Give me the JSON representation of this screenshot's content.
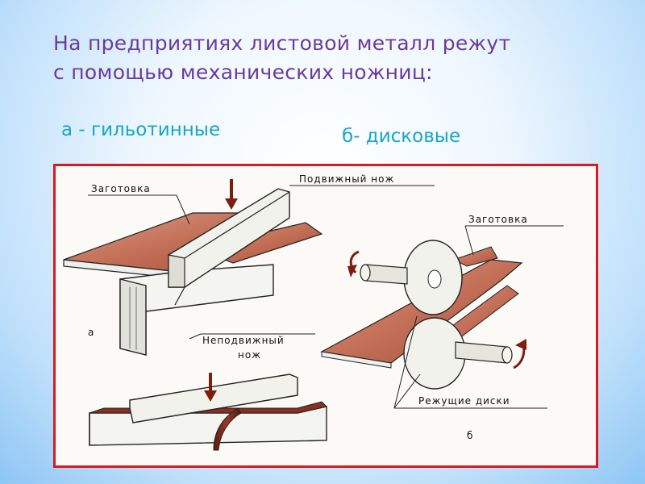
{
  "title": {
    "line1": "На предприятиях листовой металл режут",
    "line2": "с помощью механических ножниц:"
  },
  "labels": {
    "a": "а - гильотинные",
    "b": "б- дисковые"
  },
  "figure": {
    "guillotine": {
      "blank": "Заготовка",
      "movable_knife": "Подвижный нож",
      "fixed_knife_line1": "Неподвижный",
      "fixed_knife_line2": "нож",
      "marker": "а"
    },
    "disc": {
      "blank": "Заготовка",
      "cutting_discs": "Режущие диски",
      "marker": "б"
    }
  },
  "colors": {
    "title": "#6a3a9c",
    "labels": "#16a6c8",
    "frame": "#d81a22",
    "metal": "#c87a66",
    "metal_dark": "#8a3020",
    "arrow": "#7a1e12"
  }
}
